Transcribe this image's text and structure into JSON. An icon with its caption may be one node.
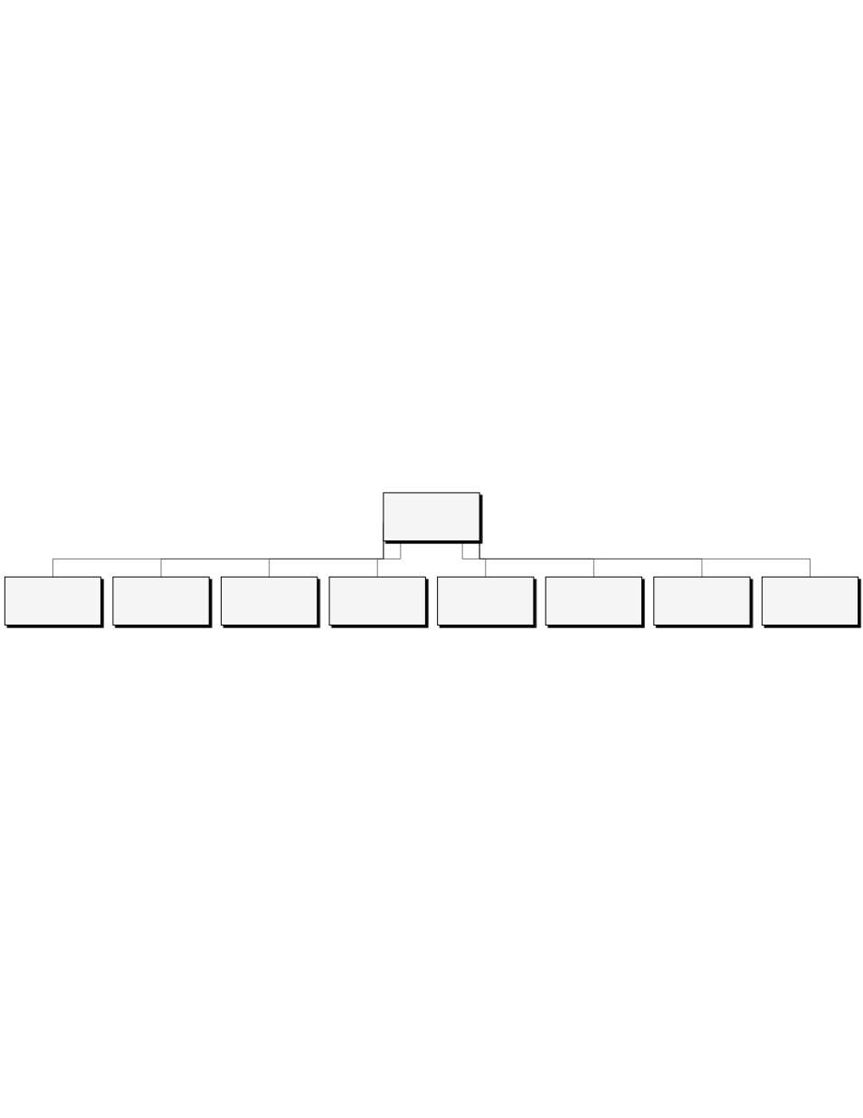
{
  "diagram": {
    "nodes": [
      {
        "text": [],
        "shape": "box"
      },
      {
        "text": [],
        "shape": "box"
      },
      {
        "text": [],
        "shape": "box"
      },
      {
        "text": [],
        "shape": "box"
      },
      {
        "text": [],
        "shape": "box"
      },
      {
        "text": [],
        "shape": "box"
      },
      {
        "text": [],
        "shape": "box"
      },
      {
        "text": [],
        "shape": "box"
      },
      {
        "text": [],
        "shape": "box"
      }
    ],
    "edges": [
      {
        "from": 0,
        "to": 1,
        "arrow": "none"
      },
      {
        "from": 0,
        "to": 2,
        "arrow": "none"
      },
      {
        "from": 0,
        "to": 3,
        "arrow": "none"
      },
      {
        "from": 0,
        "to": 4,
        "arrow": "none"
      },
      {
        "from": 0,
        "to": 5,
        "arrow": "none"
      },
      {
        "from": 0,
        "to": 6,
        "arrow": "none"
      },
      {
        "from": 0,
        "to": 7,
        "arrow": "none"
      },
      {
        "from": 0,
        "to": 8,
        "arrow": "none"
      }
    ]
  }
}
